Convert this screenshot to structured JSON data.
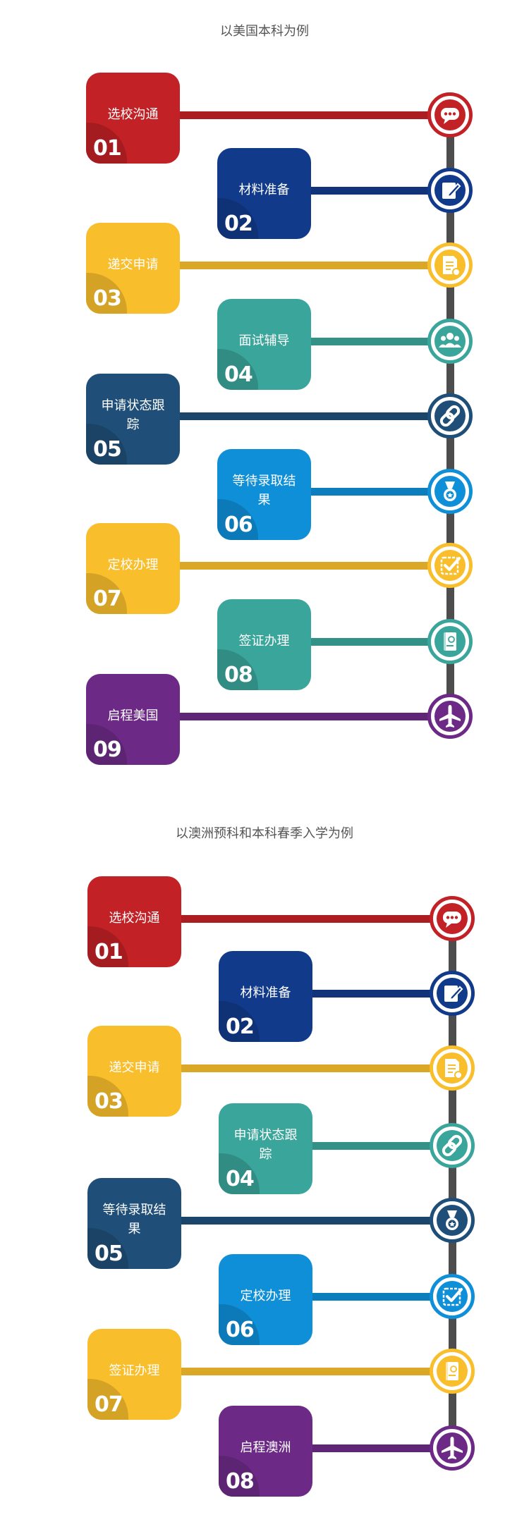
{
  "sections": [
    {
      "title": "以美国本科为例",
      "steps": [
        {
          "num": "01",
          "label": "选校沟通",
          "color": "#c22126",
          "icon": "chat-icon"
        },
        {
          "num": "02",
          "label": "材料准备",
          "color": "#123a8a",
          "icon": "edit-icon"
        },
        {
          "num": "03",
          "label": "递交申请",
          "color": "#f9be2c",
          "icon": "document-icon"
        },
        {
          "num": "04",
          "label": "面试辅导",
          "color": "#3aa59b",
          "icon": "people-icon"
        },
        {
          "num": "05",
          "label": "申请状态跟踪",
          "color": "#1f4f78",
          "icon": "link-icon"
        },
        {
          "num": "06",
          "label": "等待录取结果",
          "color": "#0e8fd8",
          "icon": "medal-icon"
        },
        {
          "num": "07",
          "label": "定校办理",
          "color": "#f9be2c",
          "icon": "check-icon"
        },
        {
          "num": "08",
          "label": "签证办理",
          "color": "#3aa59b",
          "icon": "passport-icon"
        },
        {
          "num": "09",
          "label": "启程美国",
          "color": "#6c2a86",
          "icon": "plane-icon"
        }
      ]
    },
    {
      "title": "以澳洲预科和本科春季入学为例",
      "steps": [
        {
          "num": "01",
          "label": "选校沟通",
          "color": "#c22126",
          "icon": "chat-icon"
        },
        {
          "num": "02",
          "label": "材料准备",
          "color": "#123a8a",
          "icon": "edit-icon"
        },
        {
          "num": "03",
          "label": "递交申请",
          "color": "#f9be2c",
          "icon": "document-icon"
        },
        {
          "num": "04",
          "label": "申请状态跟踪",
          "color": "#3aa59b",
          "icon": "link-icon"
        },
        {
          "num": "05",
          "label": "等待录取结果",
          "color": "#1f4f78",
          "icon": "medal-icon"
        },
        {
          "num": "06",
          "label": "定校办理",
          "color": "#0e8fd8",
          "icon": "check-icon"
        },
        {
          "num": "07",
          "label": "签证办理",
          "color": "#f9be2c",
          "icon": "passport-icon"
        },
        {
          "num": "08",
          "label": "启程澳洲",
          "color": "#6c2a86",
          "icon": "plane-icon"
        }
      ]
    }
  ]
}
